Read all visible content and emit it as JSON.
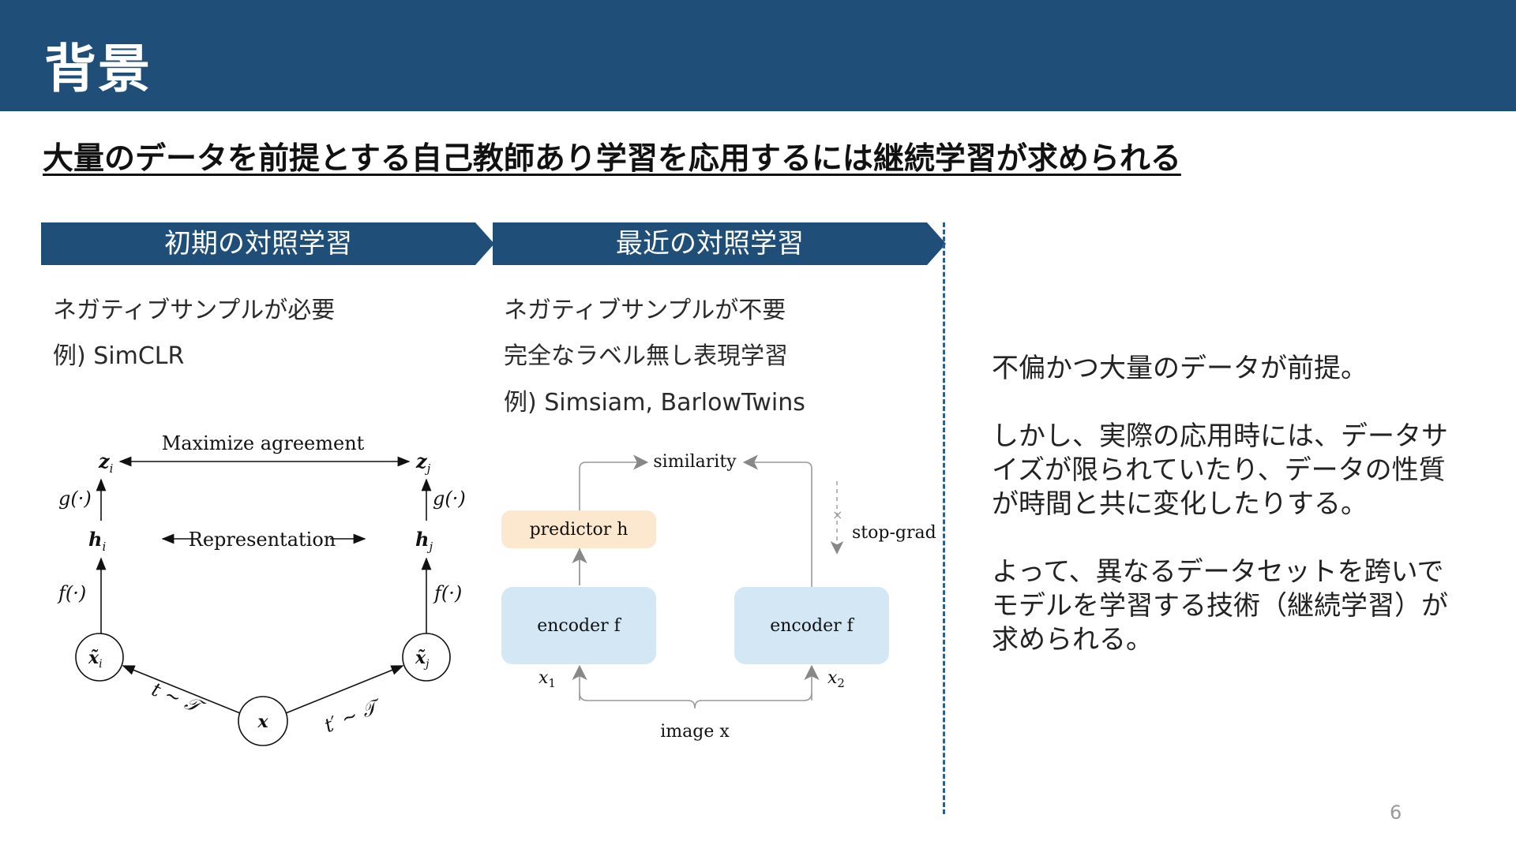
{
  "slide": {
    "title": "背景",
    "subtitle": "大量のデータを前提とする自己教師あり学習を応用するには継続学習が求められる",
    "page_number": "6"
  },
  "left_column": {
    "header": "初期の対照学習",
    "lines": [
      "ネガティブサンプルが必要",
      "例) SimCLR"
    ]
  },
  "middle_column": {
    "header": "最近の対照学習",
    "lines": [
      "ネガティブサンプルが不要",
      "完全なラベル無し表現学習",
      "例) Simsiam, BarlowTwins"
    ]
  },
  "right_column": {
    "paragraphs": [
      "不偏かつ大量のデータが前提。",
      "しかし、実際の応用時には、データサイズが限られていたり、データの性質が時間と共に変化したりする。",
      "よって、異なるデータセットを跨いでモデルを学習する技術（継続学習）が求められる。"
    ]
  },
  "simclr_figure": {
    "maximize": "Maximize agreement",
    "representation": "Representation",
    "zi": "z",
    "zi_sub": "i",
    "zj": "z",
    "zj_sub": "j",
    "hi": "h",
    "hi_sub": "i",
    "hj": "h",
    "hj_sub": "j",
    "g_left": "g(·)",
    "g_right": "g(·)",
    "f_left": "f(·)",
    "f_right": "f(·)",
    "xi": "x̃",
    "xi_sub": "i",
    "xj": "x̃",
    "xj_sub": "j",
    "x": "x",
    "t_left": "t ∼ 𝒯",
    "t_right": "t′ ∼ 𝒯"
  },
  "simsiam_figure": {
    "similarity": "similarity",
    "predictor": "predictor h",
    "stop_grad": "stop-grad",
    "encoder_left": "encoder f",
    "encoder_right": "encoder f",
    "x1": "x",
    "x1_sub": "1",
    "x2": "x",
    "x2_sub": "2",
    "image": "image x"
  },
  "colors": {
    "title_bar": "#1f4e79",
    "header_arrow": "#1f4e79",
    "encoder_fill": "#d3e8f4",
    "predictor_fill": "#fbe8cf",
    "divider": "#2f5f92"
  }
}
